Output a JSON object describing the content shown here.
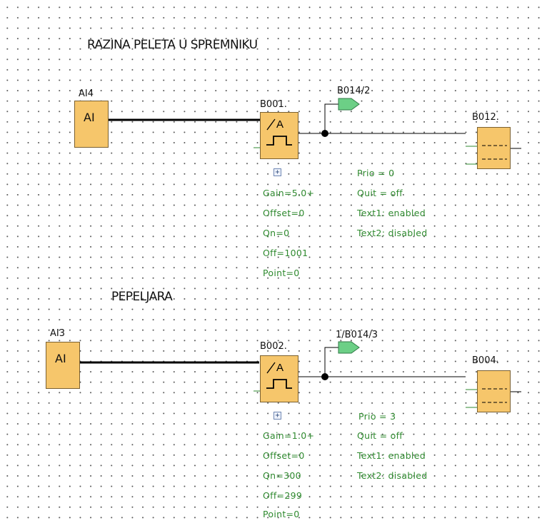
{
  "sections": [
    {
      "title": "RAZINA PELETA U SPREMNIKU",
      "input": {
        "label": "AI4",
        "text": "AI"
      },
      "analog_block": {
        "label": "B001."
      },
      "connector": {
        "label": "B014/2"
      },
      "message_block": {
        "label": "B012."
      },
      "params": [
        "Gain=5.0+",
        "Offset=0",
        "Qn=0",
        "Off=1001",
        "Point=0"
      ],
      "message_params": [
        "Prio = 0",
        "Quit = off",
        "Text1: enabled",
        "Text2: disabled"
      ]
    },
    {
      "title": "PEPELJARA",
      "input": {
        "label": "AI3",
        "text": "AI"
      },
      "analog_block": {
        "label": "B002."
      },
      "connector": {
        "label": "1/B014/3"
      },
      "message_block": {
        "label": "B004."
      },
      "params": [
        "Gain=1.0+",
        "Offset=0",
        "Qn=300",
        "Off=299",
        "Point=0"
      ],
      "message_params": [
        "Prio = 3",
        "Quit = off",
        "Text1: enabled",
        "Text2: disabled"
      ]
    }
  ],
  "expand_symbol": "+",
  "colors": {
    "block_fill": "#f6c66b",
    "param_text": "#2f8a2f",
    "connector": "#6ccf86",
    "wire": "#000000"
  }
}
